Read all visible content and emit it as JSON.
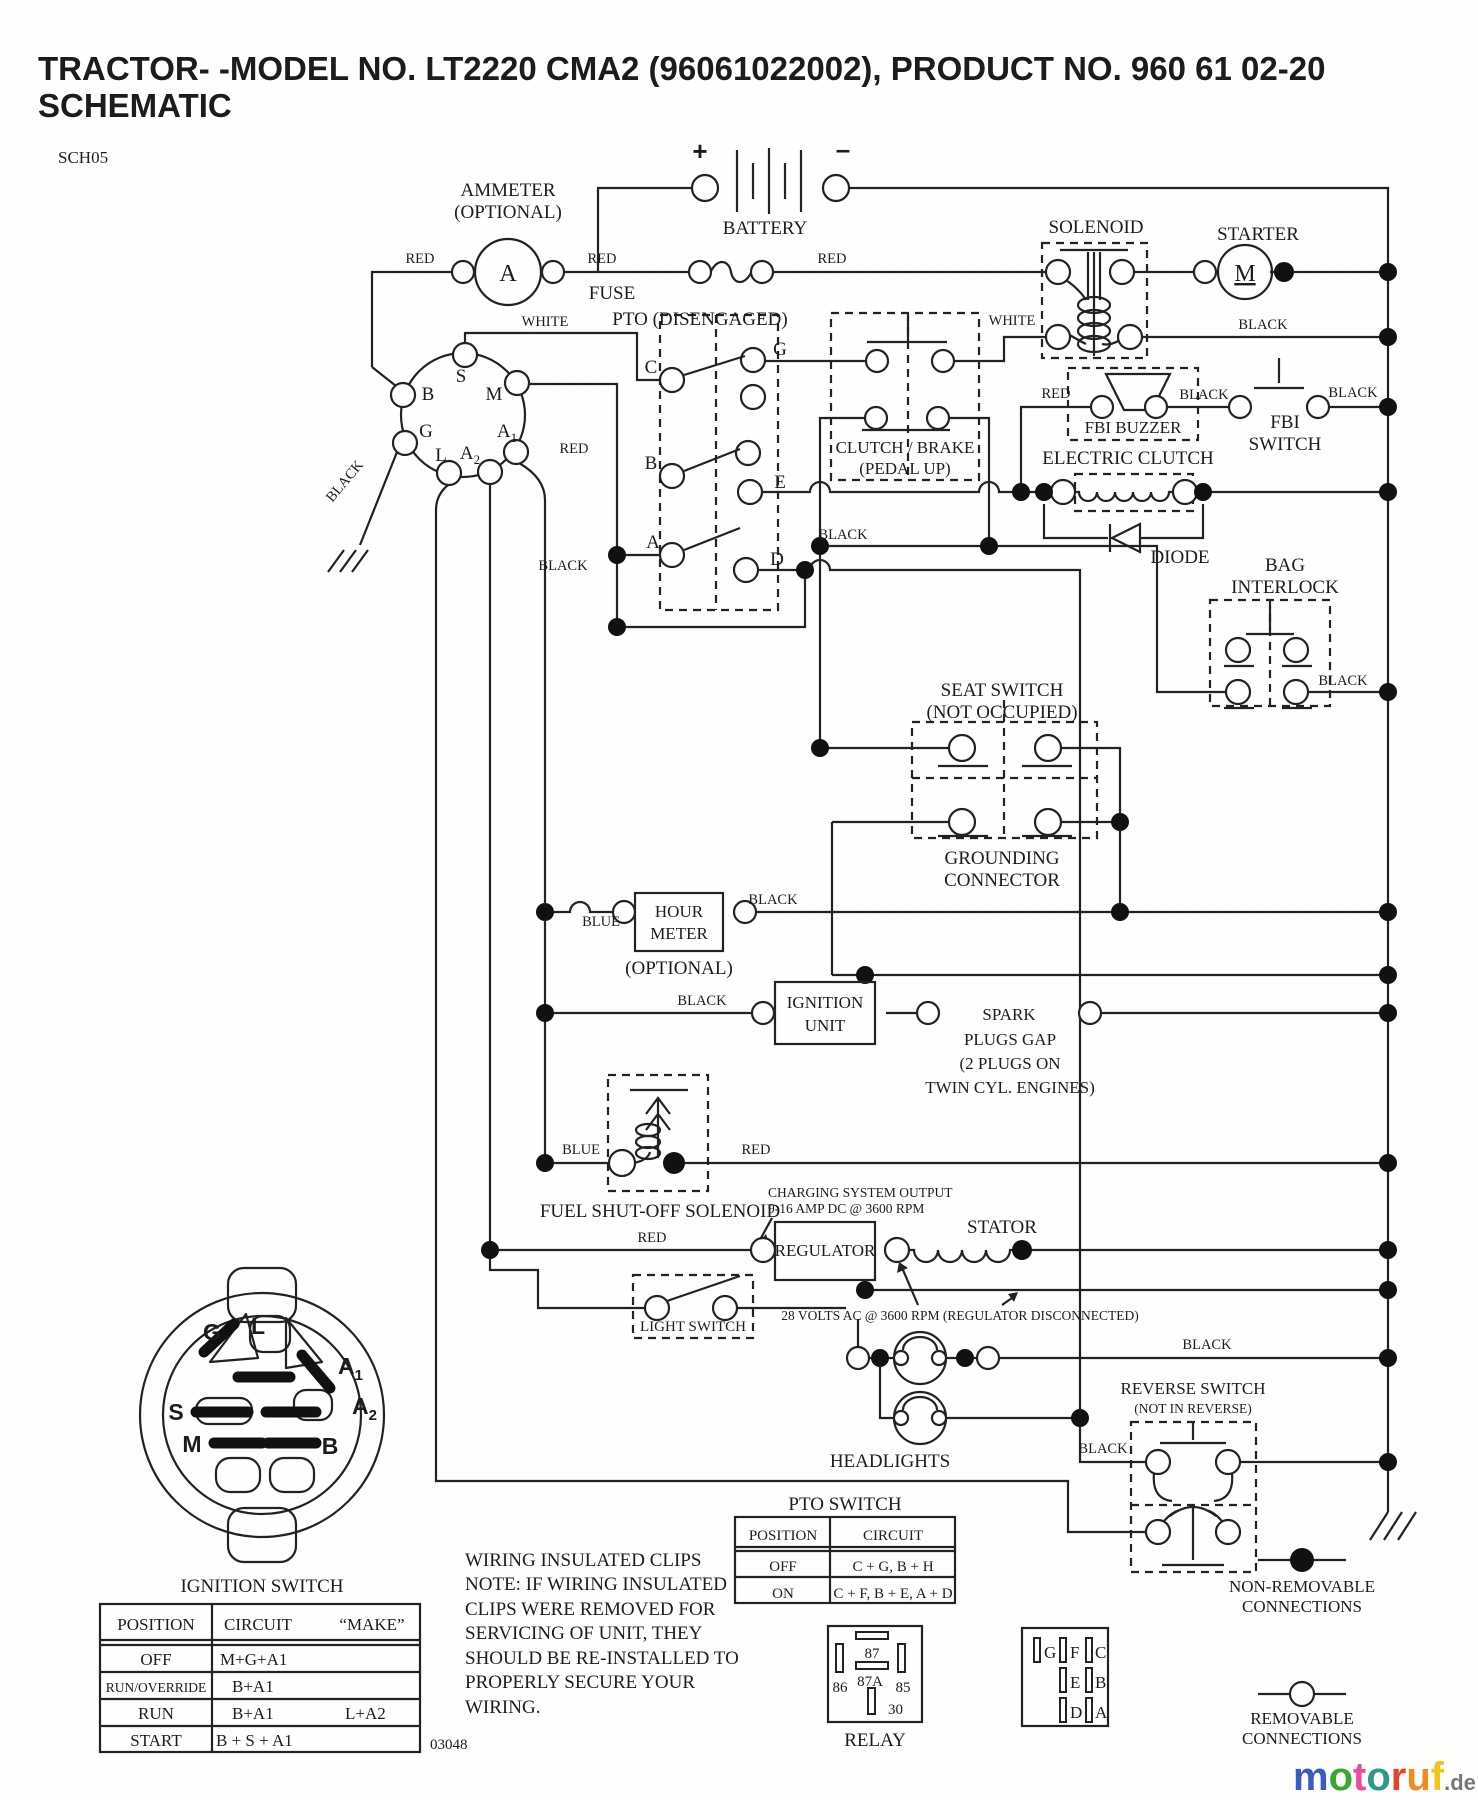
{
  "header": {
    "title_line1": "TRACTOR- -MODEL NO. LT2220 CMA2 (96061022002), PRODUCT NO. 960 61 02-20",
    "title_line2": "SCHEMATIC",
    "sheet_code": "SCH05"
  },
  "wire": {
    "red": "RED",
    "black": "BLACK",
    "white": "WHITE",
    "blue": "BLUE"
  },
  "battery": {
    "label": "BATTERY",
    "plus": "+",
    "minus": "–"
  },
  "ammeter": {
    "line1": "AMMETER",
    "line2": "(OPTIONAL)",
    "symbol": "A"
  },
  "fuse": {
    "label": "FUSE"
  },
  "pto": {
    "label": "PTO (DISENGAGED)",
    "c": "C",
    "b": "B",
    "a": "A",
    "g": "G",
    "e": "E",
    "d": "D"
  },
  "solenoid": {
    "label": "SOLENOID"
  },
  "starter": {
    "label": "STARTER",
    "symbol": "M"
  },
  "fbi_buzzer": {
    "label": "FBI BUZZER"
  },
  "fbi_switch": {
    "line1": "FBI",
    "line2": "SWITCH"
  },
  "electric_clutch": {
    "label": "ELECTRIC CLUTCH"
  },
  "diode": {
    "label": "DIODE"
  },
  "bag_interlock": {
    "line1": "BAG",
    "line2": "INTERLOCK"
  },
  "clutch_brake": {
    "line1": "CLUTCH / BRAKE",
    "line2": "(PEDAL UP)"
  },
  "seat_switch": {
    "line1": "SEAT SWITCH",
    "line2": "(NOT OCCUPIED)"
  },
  "grounding": {
    "line1": "GROUNDING",
    "line2": "CONNECTOR"
  },
  "hour_meter": {
    "line1": "HOUR",
    "line2": "METER",
    "optional": "(OPTIONAL)"
  },
  "ignition_unit": {
    "line1": "IGNITION",
    "line2": "UNIT"
  },
  "spark_plugs": {
    "line1": "SPARK",
    "line2": "PLUGS GAP",
    "line3": "(2 PLUGS ON",
    "line4": "TWIN CYL. ENGINES)"
  },
  "fuel_solenoid": {
    "label": "FUEL SHUT-OFF SOLENOID"
  },
  "charging_note": {
    "line1": "CHARGING SYSTEM OUTPUT",
    "line2": "9-16 AMP DC @ 3600 RPM"
  },
  "regulator": {
    "label": "REGULATOR"
  },
  "stator": {
    "label": "STATOR",
    "note": "28 VOLTS AC @ 3600 RPM (REGULATOR DISCONNECTED)"
  },
  "light_switch": {
    "label": "LIGHT SWITCH"
  },
  "headlights": {
    "label": "HEADLIGHTS"
  },
  "reverse_switch": {
    "line1": "REVERSE SWITCH",
    "line2": "(NOT IN REVERSE)"
  },
  "ignition_connector": {
    "caption": "IGNITION SWITCH",
    "terminals": {
      "g": "G",
      "l": "L",
      "a": "A",
      "sub1": "1",
      "sub2": "2",
      "s": "S",
      "m": "M",
      "b": "B"
    }
  },
  "ignition_table": {
    "col_position": "POSITION",
    "col_circuit": "CIRCUIT",
    "col_make": "“MAKE”",
    "rows": [
      {
        "position": "OFF",
        "circuit": "M+G+A1",
        "make": ""
      },
      {
        "position": "RUN/OVERRIDE",
        "circuit": "B+A1",
        "make": ""
      },
      {
        "position": "RUN",
        "circuit": "B+A1",
        "make": "L+A2"
      },
      {
        "position": "START",
        "circuit": "B + S + A1",
        "make": ""
      }
    ]
  },
  "pto_table": {
    "title": "PTO SWITCH",
    "col_position": "POSITION",
    "col_circuit": "CIRCUIT",
    "rows": [
      {
        "position": "OFF",
        "circuit": "C + G, B + H"
      },
      {
        "position": "ON",
        "circuit": "C + F, B + E, A + D"
      }
    ]
  },
  "note": {
    "lines": [
      "WIRING INSULATED CLIPS",
      "NOTE:  IF WIRING INSULATED",
      "CLIPS WERE REMOVED FOR",
      "SERVICING OF UNIT, THEY",
      "SHOULD BE RE-INSTALLED TO",
      "PROPERLY SECURE YOUR",
      "WIRING."
    ]
  },
  "relay": {
    "label": "RELAY",
    "p87": "87",
    "p87a": "87A",
    "p86": "86",
    "p85": "85",
    "p30": "30"
  },
  "connector": {
    "g": "G",
    "f": "F",
    "c": "C",
    "e": "E",
    "b": "B",
    "d": "D",
    "a": "A"
  },
  "legend": {
    "nonremovable_line1": "NON-REMOVABLE",
    "nonremovable_line2": "CONNECTIONS",
    "removable_line1": "REMOVABLE",
    "removable_line2": "CONNECTIONS"
  },
  "doc_number": "03048",
  "logo": {
    "letters": [
      {
        "ch": "m",
        "color": "#3b5bc4"
      },
      {
        "ch": "o",
        "color": "#3aa635"
      },
      {
        "ch": "t",
        "color": "#e84e9b"
      },
      {
        "ch": "o",
        "color": "#2a9a8d"
      },
      {
        "ch": "r",
        "color": "#e8412c"
      },
      {
        "ch": "u",
        "color": "#f08c1e"
      },
      {
        "ch": "f",
        "color": "#f0c419"
      }
    ],
    "suffix": ".de",
    "suffix_color": "#777777"
  }
}
